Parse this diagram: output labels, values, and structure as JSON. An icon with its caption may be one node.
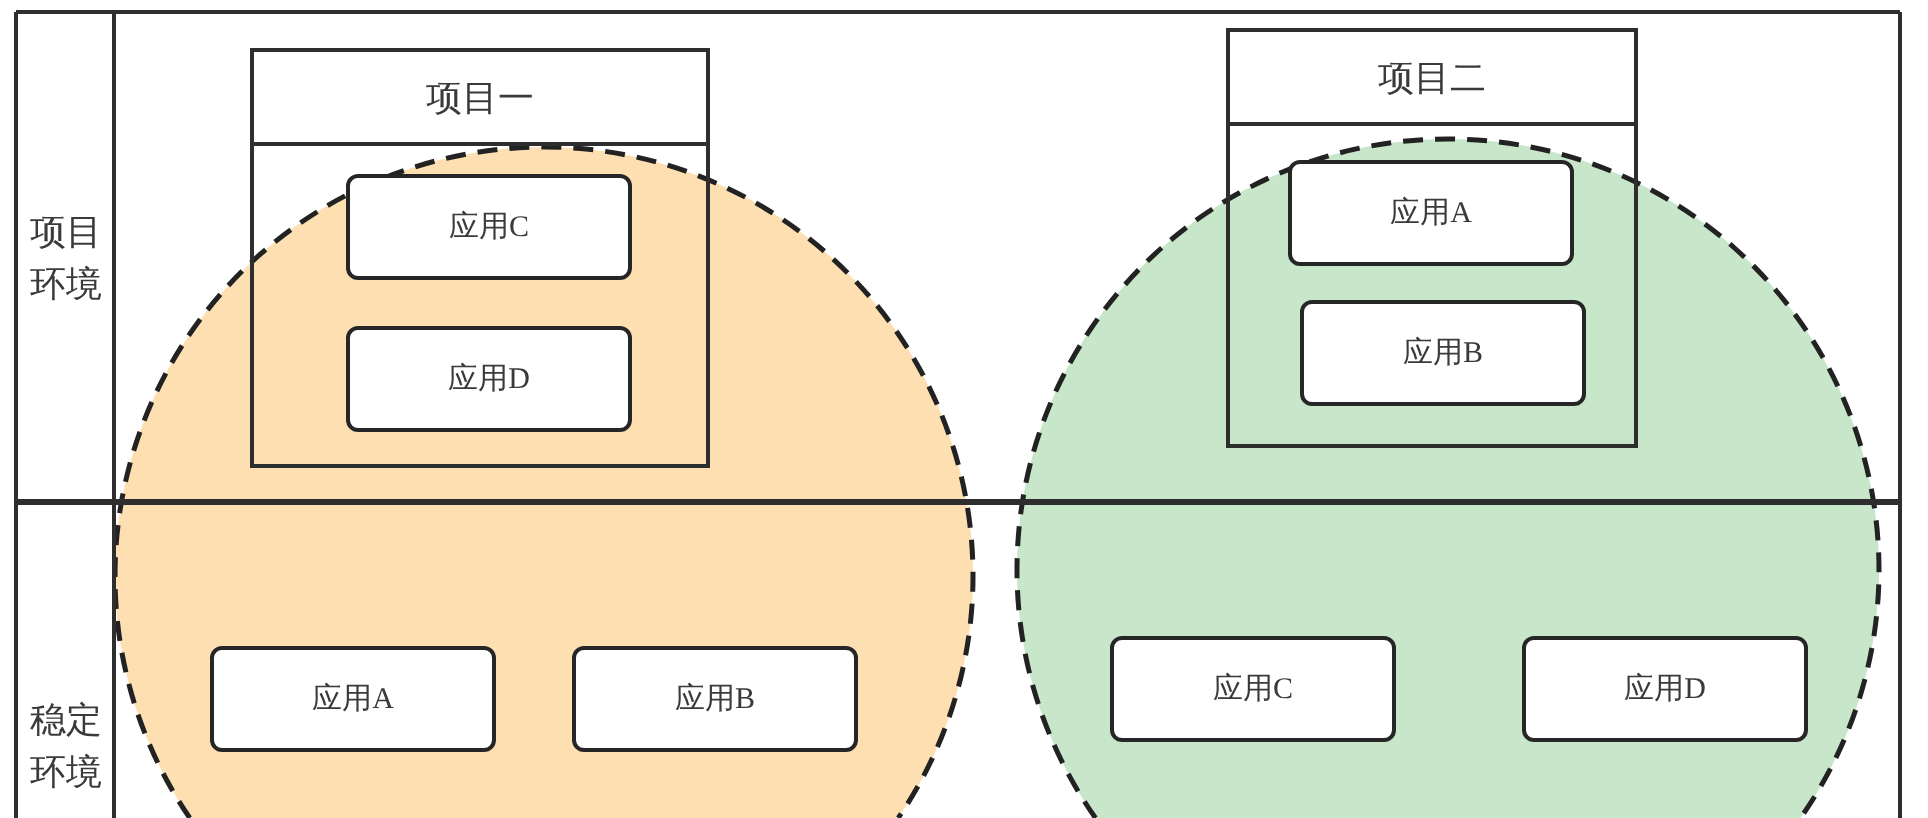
{
  "diagram": {
    "nodes": [
      {
        "text": [],
        "shape": "circle"
      },
      {
        "text": [
          "项目一"
        ]
      },
      {
        "text": [
          "应用C"
        ]
      },
      {
        "text": [
          "应用D"
        ]
      },
      {
        "text": [
          "应用A"
        ],
        "in": 0
      },
      {
        "text": [
          "应用B"
        ],
        "in": 0
      },
      {
        "text": [],
        "shape": "circle"
      },
      {
        "text": [
          "项目二"
        ]
      },
      {
        "text": [
          "应用A"
        ]
      },
      {
        "text": [
          "应用B"
        ]
      },
      {
        "text": [
          "应用C"
        ],
        "in": 6
      },
      {
        "text": [
          "应用D"
        ],
        "in": 6
      }
    ],
    "labels": [
      "项目环境",
      "稳定环境"
    ]
  }
}
